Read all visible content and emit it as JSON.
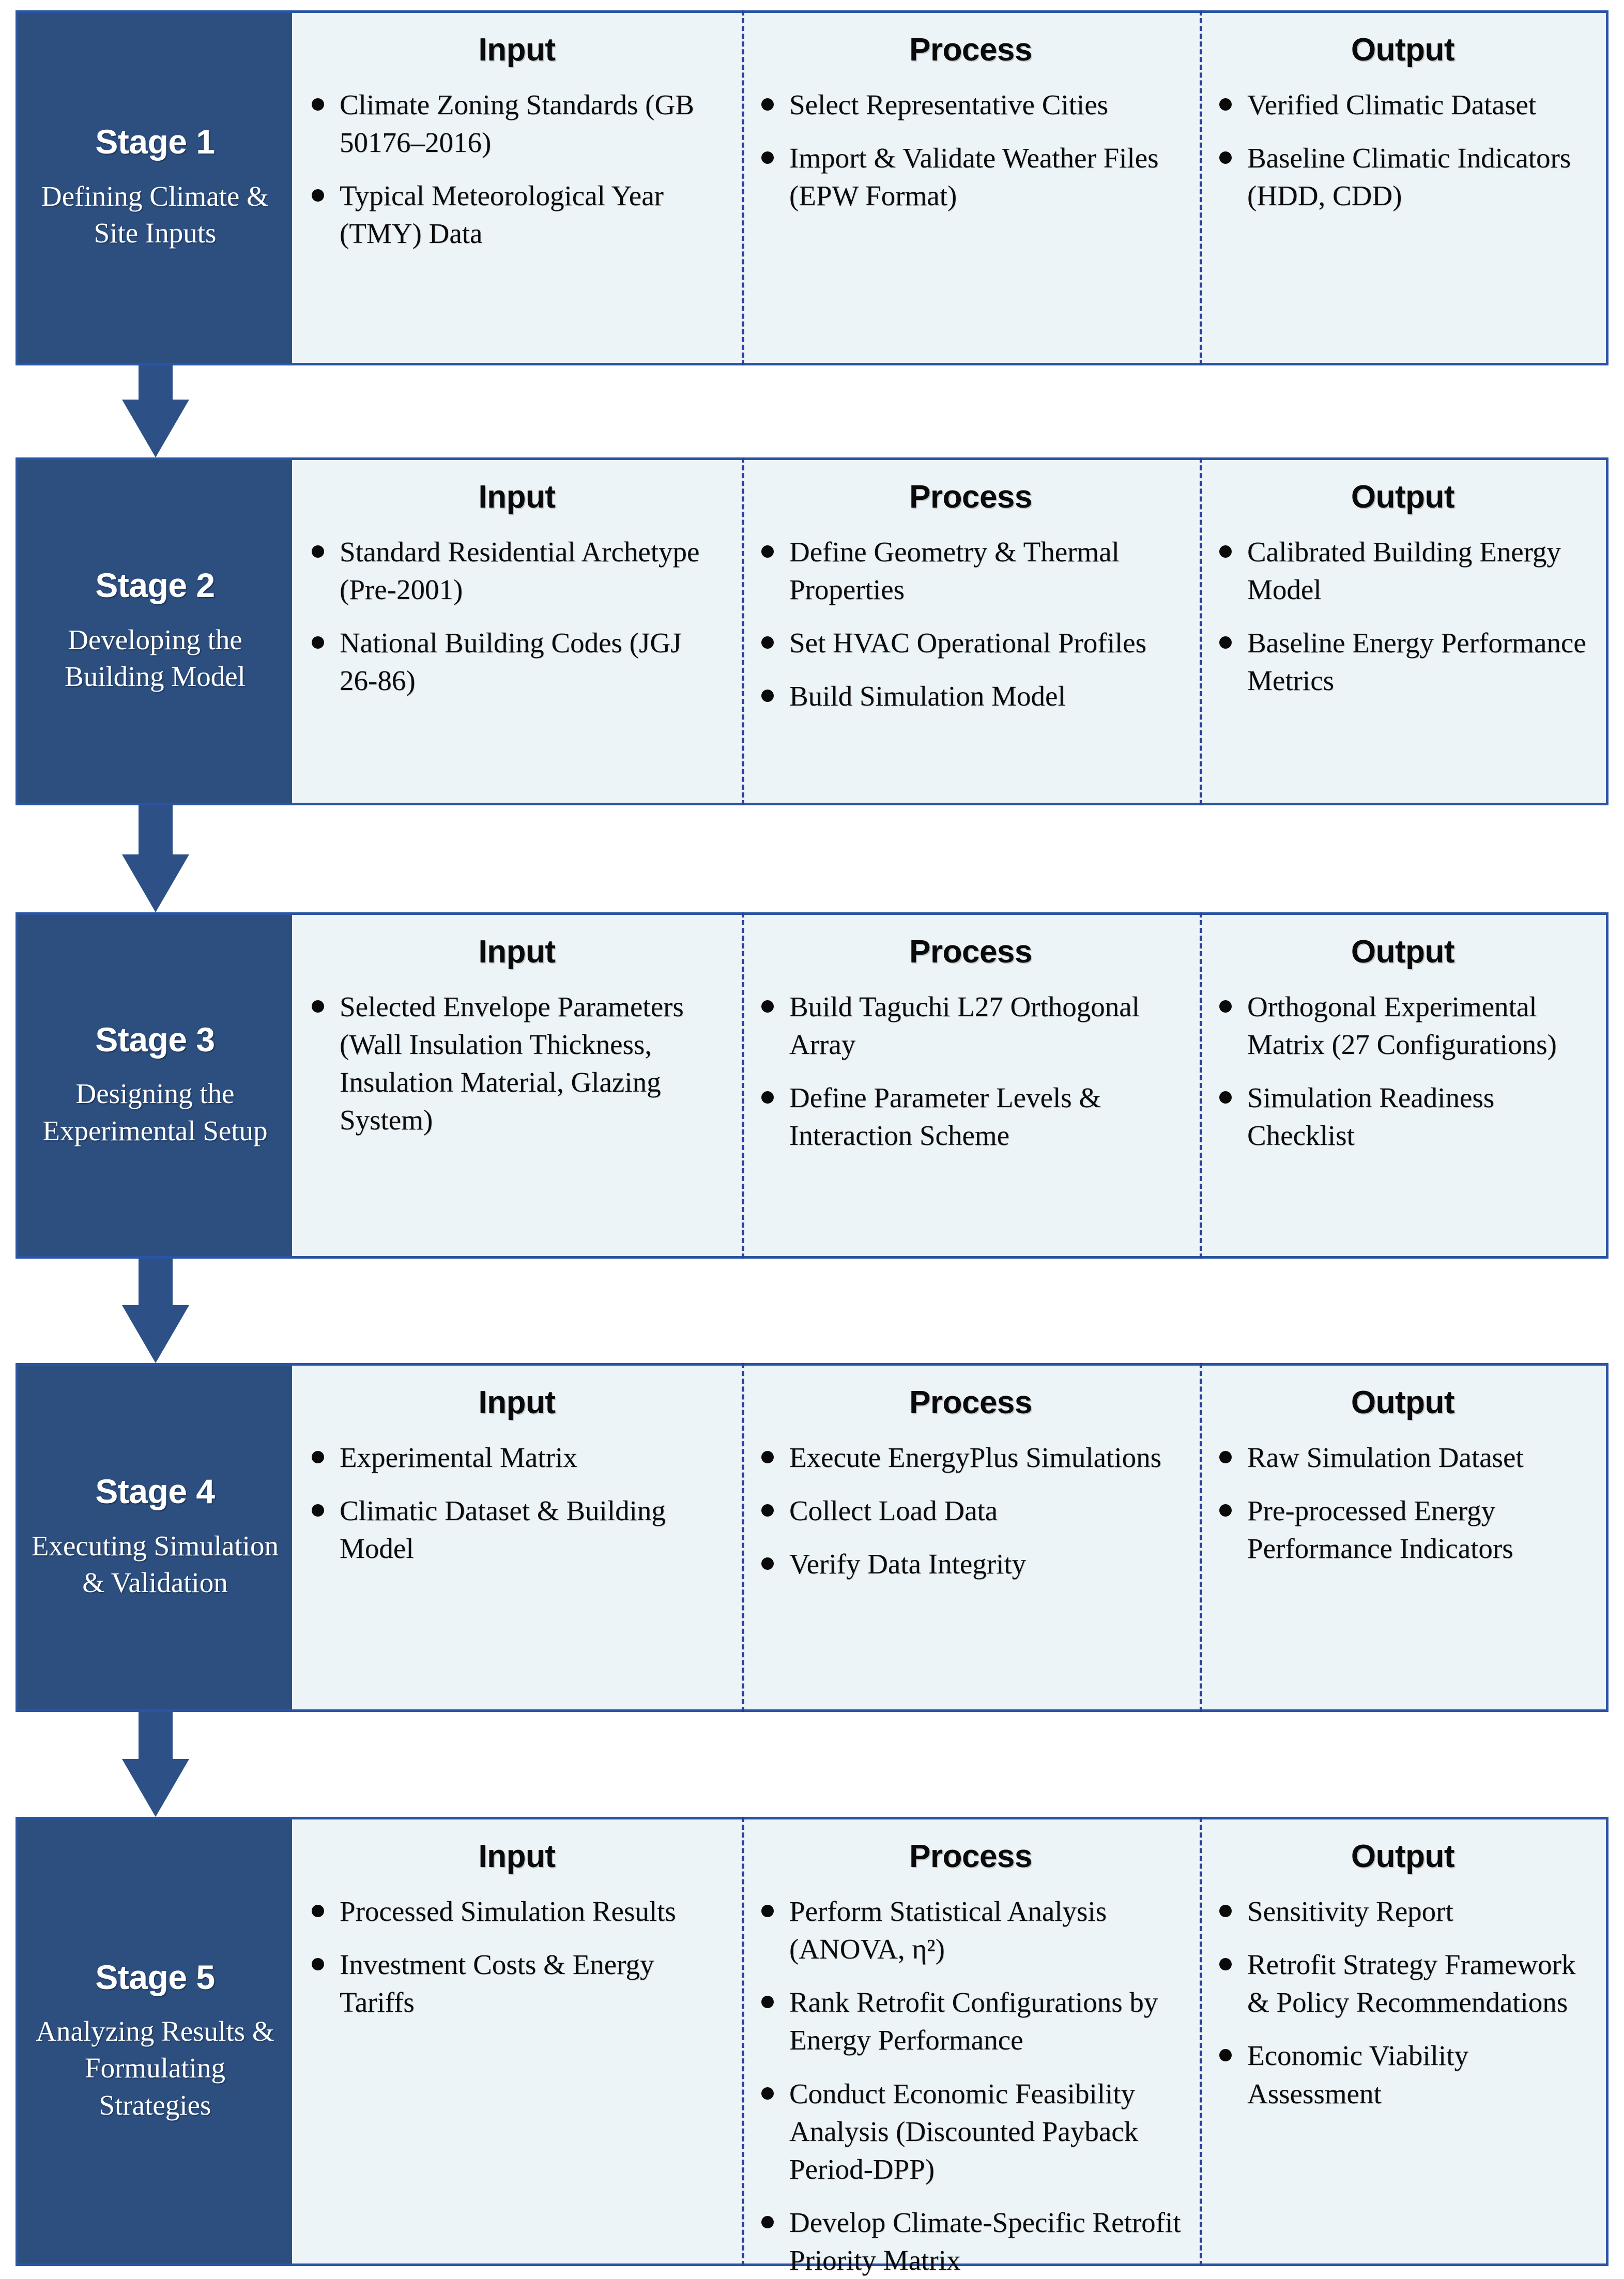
{
  "theme": {
    "panel_border": "#2A55A4",
    "panel_bg": "#EDF4F8",
    "label_bg": "#2D4F80",
    "label_text": "#FFFFFF",
    "divider": "#2A3F9E",
    "arrow": "#2D5186",
    "body_text": "#0C0C0C"
  },
  "columns": {
    "input": "Input",
    "process": "Process",
    "output": "Output"
  },
  "stages": [
    {
      "title": "Stage 1",
      "subtitle": "Defining Climate & Site Inputs",
      "input": [
        "Climate Zoning Standards (GB 50176–2016)",
        "Typical Meteorological Year (TMY) Data"
      ],
      "process": [
        "Select Representative Cities",
        "Import & Validate Weather Files (EPW Format)"
      ],
      "output": [
        "Verified Climatic Dataset",
        "Baseline Climatic Indicators (HDD, CDD)"
      ]
    },
    {
      "title": "Stage 2",
      "subtitle": "Developing the Building Model",
      "input": [
        "Standard Residential Archetype (Pre-2001)",
        "National Building Codes (JGJ 26-86)"
      ],
      "process": [
        "Define Geometry & Thermal Properties",
        "Set HVAC Operational Profiles",
        "Build Simulation Model"
      ],
      "output": [
        "Calibrated Building Energy Model",
        "Baseline Energy Performance Metrics"
      ]
    },
    {
      "title": "Stage 3",
      "subtitle": "Designing the Experimental Setup",
      "input": [
        "Selected Envelope Parameters (Wall Insulation Thickness, Insulation Material, Glazing System)"
      ],
      "process": [
        "Build Taguchi L27 Orthogonal Array",
        "Define Parameter Levels & Interaction Scheme"
      ],
      "output": [
        "Orthogonal Experimental Matrix (27 Configurations)",
        "Simulation Readiness Checklist"
      ]
    },
    {
      "title": "Stage 4",
      "subtitle": "Executing Simulation & Validation",
      "input": [
        "Experimental Matrix",
        "Climatic Dataset & Building Model"
      ],
      "process": [
        "Execute EnergyPlus Simulations",
        "Collect Load Data",
        "Verify Data Integrity"
      ],
      "output": [
        "Raw Simulation Dataset",
        "Pre-processed Energy Performance Indicators"
      ]
    },
    {
      "title": "Stage 5",
      "subtitle": "Analyzing Results & Formulating Strategies",
      "input": [
        "Processed Simulation Results",
        "Investment Costs & Energy Tariffs"
      ],
      "process": [
        "Perform Statistical Analysis (ANOVA, η²)",
        "Rank Retrofit Configurations by Energy Performance",
        "Conduct Economic Feasibility Analysis (Discounted Payback Period-DPP)",
        "Develop Climate-Specific Retrofit Priority Matrix"
      ],
      "output": [
        "Sensitivity Report",
        "Retrofit Strategy Framework & Policy Recommendations",
        "Economic Viability Assessment"
      ]
    }
  ],
  "connectors": [
    {
      "from": "Stage 1",
      "to": "Stage 2"
    },
    {
      "from": "Stage 2",
      "to": "Stage 3"
    },
    {
      "from": "Stage 3",
      "to": "Stage 4"
    },
    {
      "from": "Stage 4",
      "to": "Stage 5"
    }
  ],
  "layout": {
    "stage_tops": [
      20,
      885,
      1765,
      2637,
      3515
    ],
    "stage_heights": [
      687,
      673,
      670,
      675,
      869
    ],
    "arrow_tops": [
      707,
      1558,
      2435,
      3312
    ],
    "arrow_heights": [
      178,
      207,
      202,
      203
    ]
  }
}
